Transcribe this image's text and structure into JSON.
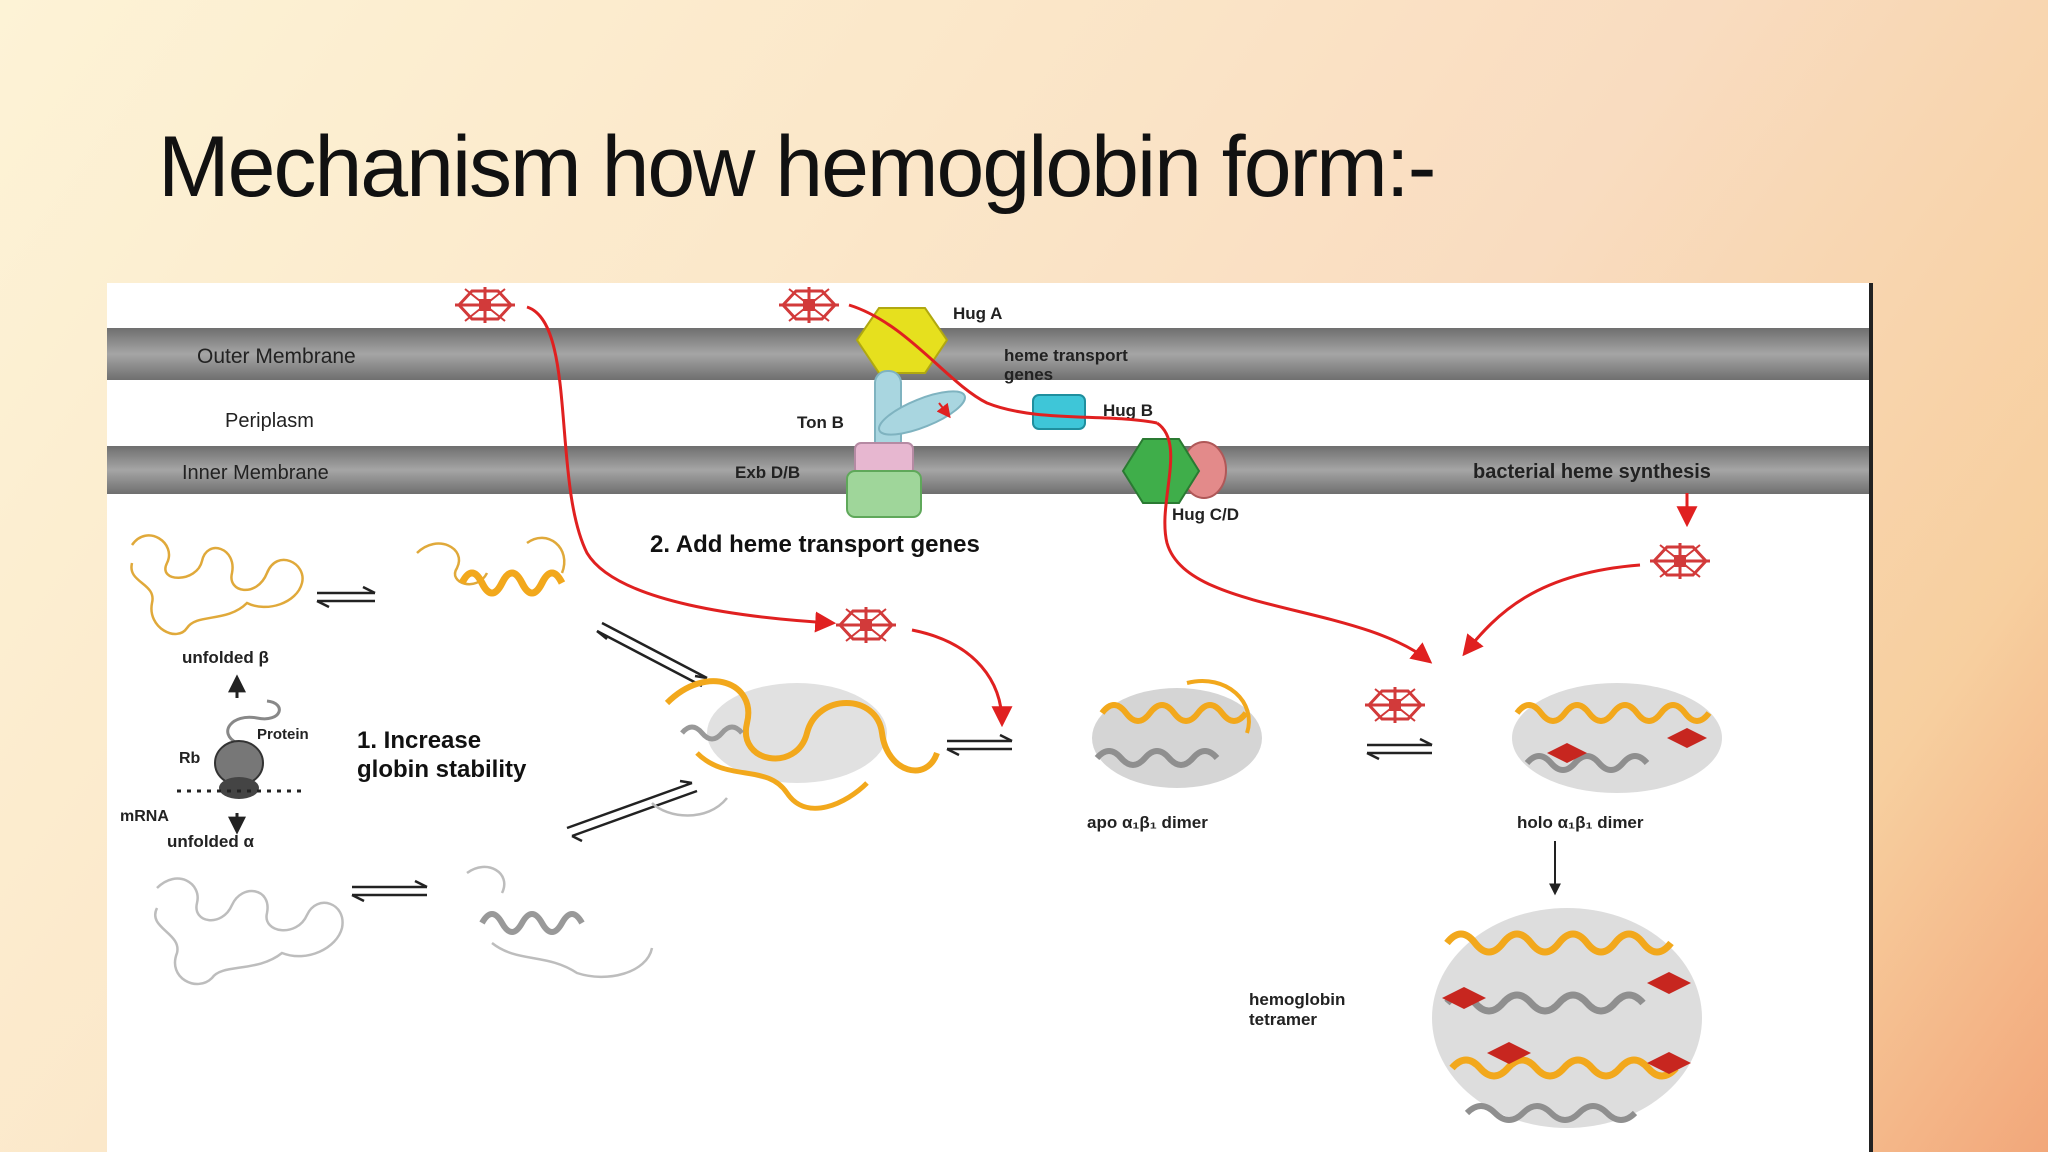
{
  "slide": {
    "title": "Mechanism how hemoglobin form:-"
  },
  "diagram": {
    "layers": {
      "outer_membrane": "Outer Membrane",
      "periplasm": "Periplasm",
      "inner_membrane": "Inner  Membrane"
    },
    "labels": {
      "hug_a": "Hug A",
      "heme_transport_genes_1": "heme transport",
      "heme_transport_genes_2": "genes",
      "ton_b": "Ton B",
      "hug_b": "Hug B",
      "exb_db": "Exb D/B",
      "hug_cd": "Hug C/D",
      "bacterial_heme_synthesis": "bacterial heme synthesis",
      "step2": "2. Add heme transport genes",
      "unfolded_beta": "unfolded β",
      "protein": "Protein",
      "rb": "Rb",
      "mrna": "mRNA",
      "unfolded_alpha": "unfolded α",
      "step1_line1": "1. Increase",
      "step1_line2": "globin stability",
      "apo_dimer": "apo α₁β₁ dimer",
      "holo_dimer": "holo α₁β₁ dimer",
      "tetramer_1": "hemoglobin",
      "tetramer_2": "tetramer"
    },
    "colors": {
      "membrane": "#8c8c8c",
      "heme": "#d23a3a",
      "arrow": "#e02020",
      "hug_a": "#e6e01e",
      "hug_b": "#3ec6d8",
      "hug_cd": "#3fae4a",
      "ton_b": "#a9d6e0",
      "protein_gold": "#f2a81c",
      "protein_gray": "#a9a9a9"
    }
  }
}
